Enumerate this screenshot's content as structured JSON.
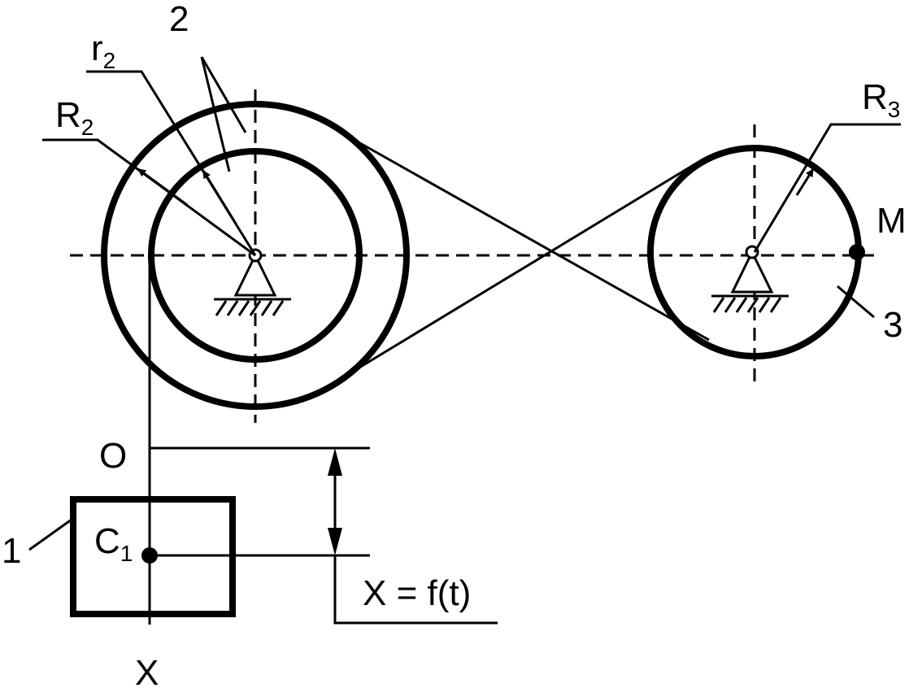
{
  "labels": {
    "pulley_2": "2",
    "r2_main": "r",
    "r2_sub": "2",
    "R2_main": "R",
    "R2_sub": "2",
    "R3_main": "R",
    "R3_sub": "3",
    "point_M": "M",
    "pulley_3": "3",
    "origin_O": "O",
    "body_1": "1",
    "C1_main": "C",
    "C1_sub": "1",
    "motion_law": "X = f(t)",
    "axis_X": "X"
  },
  "colors": {
    "ink": "#000000",
    "background": "#ffffff"
  }
}
